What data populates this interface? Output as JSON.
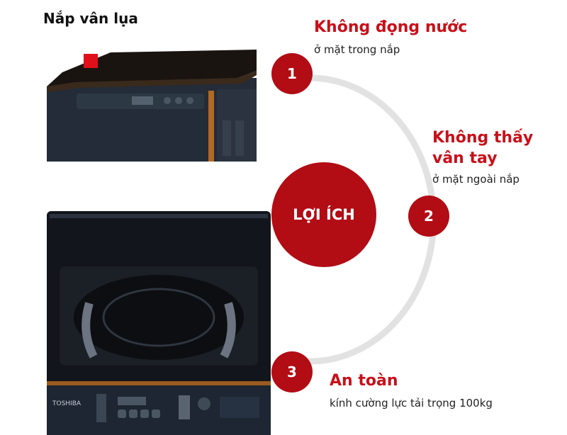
{
  "caption": "Nắp vân lụa",
  "center_label": "LỢI ÍCH",
  "brand": "TOSHIBA",
  "benefits": [
    {
      "number": "1",
      "title": "Không đọng nước",
      "subtitle": "ở mặt trong nắp"
    },
    {
      "number": "2",
      "title_line1": "Không thấy",
      "title_line2": "vân tay",
      "subtitle": "ở mặt ngoài nắp"
    },
    {
      "number": "3",
      "title": "An toàn",
      "subtitle": "kính cường lực tải trọng 100kg"
    }
  ],
  "colors": {
    "accent": "#b20c14",
    "title_red": "#c8101a",
    "arc_gray": "#e2e2e2",
    "marker": "#e0101a"
  }
}
